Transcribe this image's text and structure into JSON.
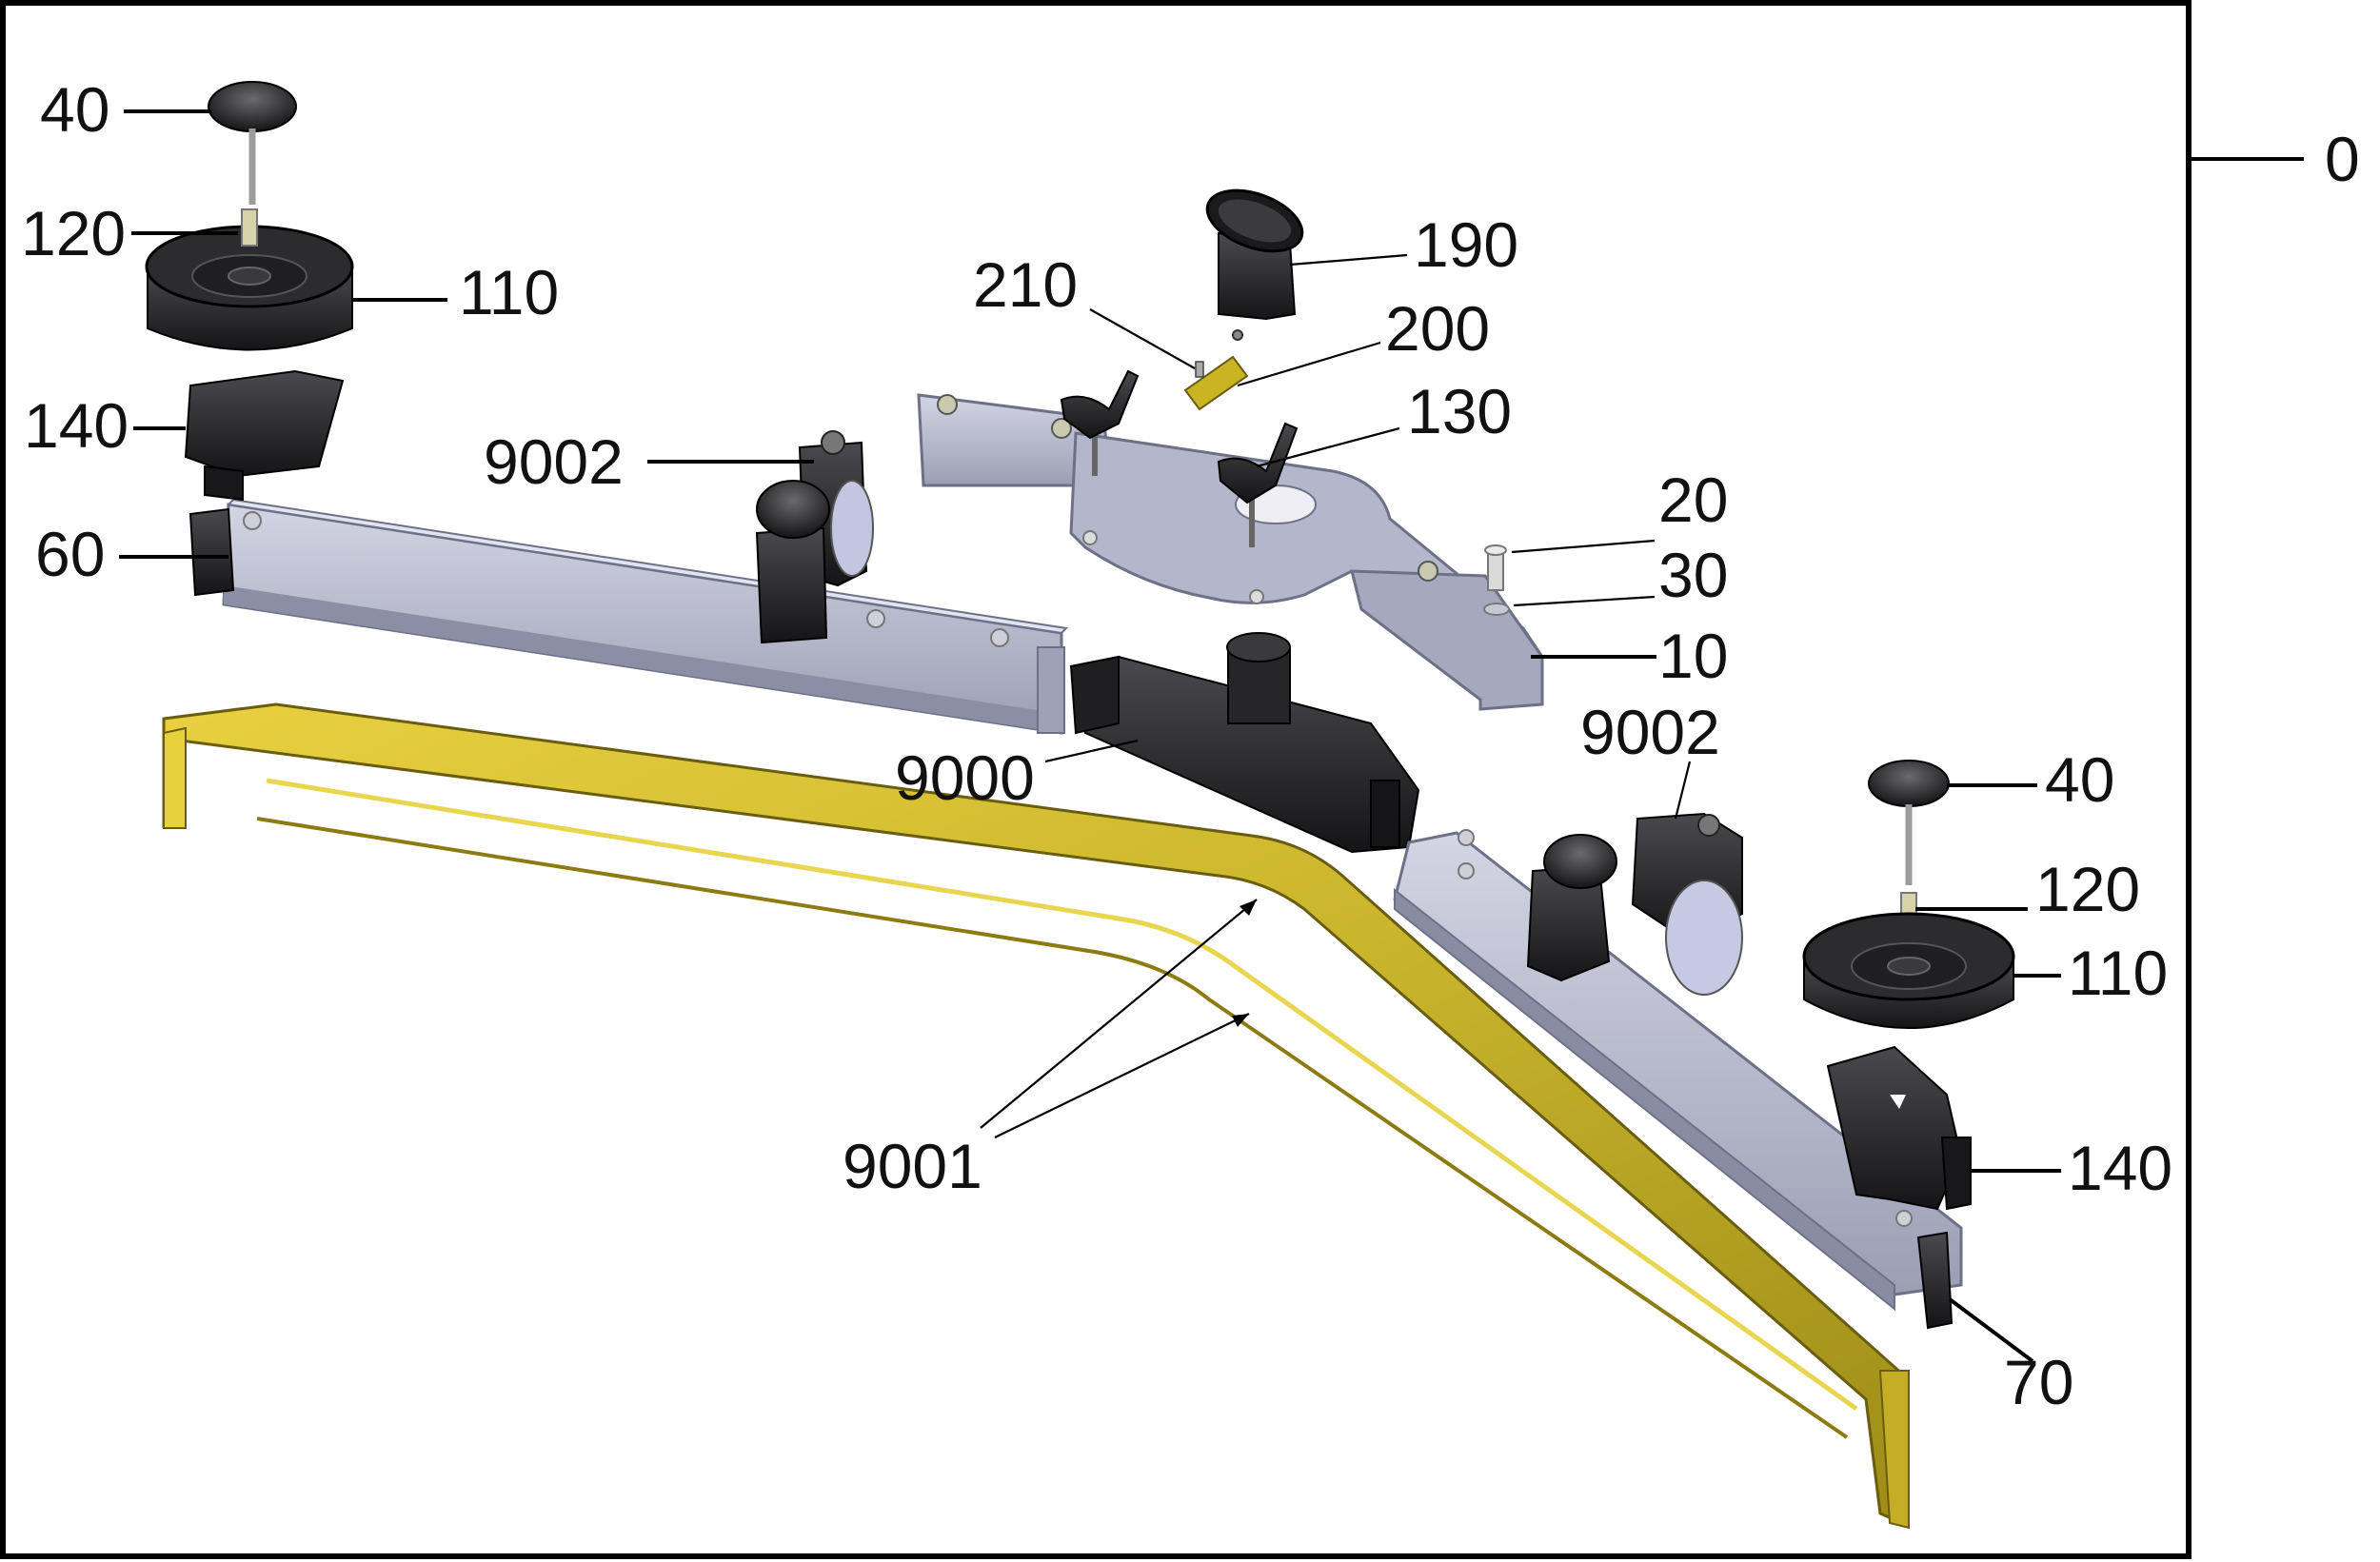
{
  "diagram": {
    "assembly_ref": "0",
    "callouts": {
      "c40_top": "40",
      "c120_top": "120",
      "c110_top": "110",
      "c140_top": "140",
      "c60": "60",
      "c9002_top": "9002",
      "c210": "210",
      "c190": "190",
      "c200": "200",
      "c130": "130",
      "c20": "20",
      "c30": "30",
      "c10": "10",
      "c9000": "9000",
      "c9002_right": "9002",
      "c40_right": "40",
      "c120_right": "120",
      "c110_right": "110",
      "c9001": "9001",
      "c140_right": "140",
      "c70": "70"
    },
    "colors": {
      "frame": "#000000",
      "aluminium": "#b9bbd0",
      "black_part": "#2a2a2c",
      "squeegee_yellow": "#d8c23a"
    }
  }
}
